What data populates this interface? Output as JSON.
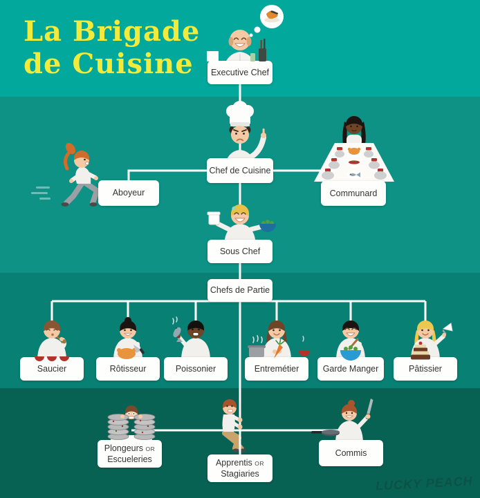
{
  "title": {
    "line1": "La Brigade",
    "line2": "de Cuisine"
  },
  "logo": {
    "text": "Lucky Peach"
  },
  "colors": {
    "band_top": "#02a89b",
    "band_upper_mid": "#0d9285",
    "band_lower_mid": "#088074",
    "band_bottom": "#086253",
    "title_yellow": "#f3eb3c",
    "box_background": "#fefefc",
    "box_text": "#333333",
    "connector_line": "#ffffff",
    "logo_green": "#0c5246"
  },
  "boxes": {
    "executive_chef": "Executive Chef",
    "chef_de_cuisine": "Chef de Cuisine",
    "aboyeur": "Aboyeur",
    "communard": "Communard",
    "sous_chef": "Sous Chef",
    "chefs_de_partie": "Chefs de Partie",
    "saucier": "Saucier",
    "rotisseur": "Rôtisseur",
    "poissonier": "Poissonier",
    "entremetier": "Entremétier",
    "garde_manger": "Garde Manger",
    "patissier": "Pâtissier",
    "plongeurs_main": "Plongeurs",
    "plongeurs_or": "or",
    "plongeurs_alt": "Escueleries",
    "apprentis_main": "Apprentis",
    "apprentis_or": "or",
    "apprentis_alt": "Stagiaries",
    "commis": "Commis"
  },
  "hierarchy": {
    "executive_chef": [
      "chef_de_cuisine"
    ],
    "chef_de_cuisine": [
      "aboyeur",
      "communard",
      "sous_chef"
    ],
    "sous_chef": [
      "chefs_de_partie"
    ],
    "chefs_de_partie": [
      "saucier",
      "rotisseur",
      "poissonier",
      "entremetier",
      "garde_manger",
      "patissier"
    ],
    "chefs_de_partie_reports": [
      "plongeurs",
      "apprentis",
      "commis"
    ]
  },
  "illustrations": [
    {
      "name": "executive-chef-illustration",
      "depicts": "balding chef with thought bubble of roast dish"
    },
    {
      "name": "chef-de-cuisine-illustration",
      "depicts": "stern chef in tall toque pointing up"
    },
    {
      "name": "aboyeur-illustration",
      "depicts": "running woman with orange ponytail and speed lines"
    },
    {
      "name": "communard-illustration",
      "depicts": "woman behind staff table set with plates, roast, bowl and fish"
    },
    {
      "name": "sous-chef-illustration",
      "depicts": "smiling blond chef holding carton and salad bowl"
    },
    {
      "name": "saucier-illustration",
      "depicts": "chef tasting sauce from wooden spoon with red bowls"
    },
    {
      "name": "rotisseur-illustration",
      "depicts": "chef carving roast chicken with knife"
    },
    {
      "name": "poissonier-illustration",
      "depicts": "chef holding fresh fish with steam"
    },
    {
      "name": "entremetier-illustration",
      "depicts": "chef holding carrot with steaming pot and soup bowl"
    },
    {
      "name": "garde-manger-illustration",
      "depicts": "chef tossing salad in blue bowl"
    },
    {
      "name": "patissier-illustration",
      "depicts": "pastry chef with layer cake and piping bag"
    },
    {
      "name": "plongeur-illustration",
      "depicts": "dishwasher peeking between stacks of dirty plates"
    },
    {
      "name": "apprenti-illustration",
      "depicts": "apprentice climbing the chart line"
    },
    {
      "name": "commis-illustration",
      "depicts": "junior cook raising a knife beside a pan"
    }
  ]
}
